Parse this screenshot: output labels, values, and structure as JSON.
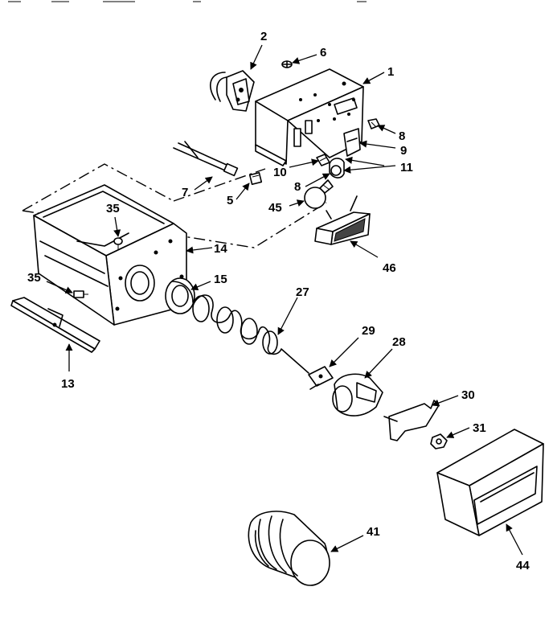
{
  "callouts": {
    "c1": "1",
    "c2": "2",
    "c5": "5",
    "c6": "6",
    "c7": "7",
    "c8a": "8",
    "c8b": "8",
    "c9": "9",
    "c10": "10",
    "c11": "11",
    "c13": "13",
    "c14": "14",
    "c15": "15",
    "c27": "27",
    "c28": "28",
    "c29": "29",
    "c30": "30",
    "c31": "31",
    "c35a": "35",
    "c35b": "35",
    "c41": "41",
    "c44": "44",
    "c45": "45",
    "c46": "46"
  }
}
